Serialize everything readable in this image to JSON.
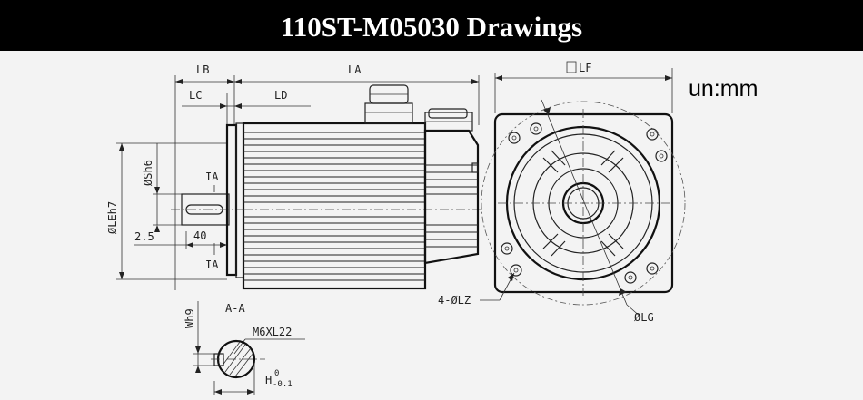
{
  "title": "110ST-M05030 Drawings",
  "unit_note": "un:mm",
  "labels": {
    "lb": "LB",
    "la": "LA",
    "lc": "LC",
    "ld": "LD",
    "lf": "LF",
    "sh6": "ØSh6",
    "leh7": "ØLEh7",
    "ia_top": "IA",
    "ia_bottom": "IA",
    "dim_2_5": "2.5",
    "dim_40": "40",
    "section": "A-A",
    "wh9": "Wh9",
    "thread": "M6XL22",
    "h": "H",
    "h_upper": "0",
    "h_lower": "-0.1",
    "lz": "4-ØLZ",
    "lg": "ØLG"
  }
}
